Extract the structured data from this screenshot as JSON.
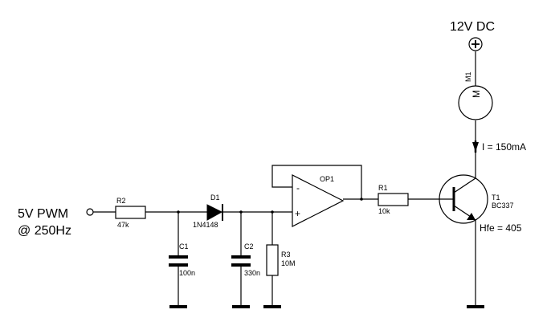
{
  "input": {
    "line1": "5V PWM",
    "line2": "@ 250Hz"
  },
  "supply": {
    "label": "12V DC",
    "symbol": "+"
  },
  "motor": {
    "ref": "M1",
    "symbol": "M"
  },
  "current": {
    "label": "I = 150mA"
  },
  "transistor": {
    "ref": "T1",
    "part": "BC337",
    "gain": "Hfe = 405"
  },
  "opamp": {
    "ref": "OP1",
    "minus": "-",
    "plus": "+"
  },
  "components": {
    "R2": {
      "ref": "R2",
      "value": "47k"
    },
    "D1": {
      "ref": "D1",
      "value": "1N4148"
    },
    "C1": {
      "ref": "C1",
      "value": "100n"
    },
    "C2": {
      "ref": "C2",
      "value": "330n"
    },
    "R3": {
      "ref": "R3",
      "value": "10M"
    },
    "R1": {
      "ref": "R1",
      "value": "10k"
    }
  }
}
